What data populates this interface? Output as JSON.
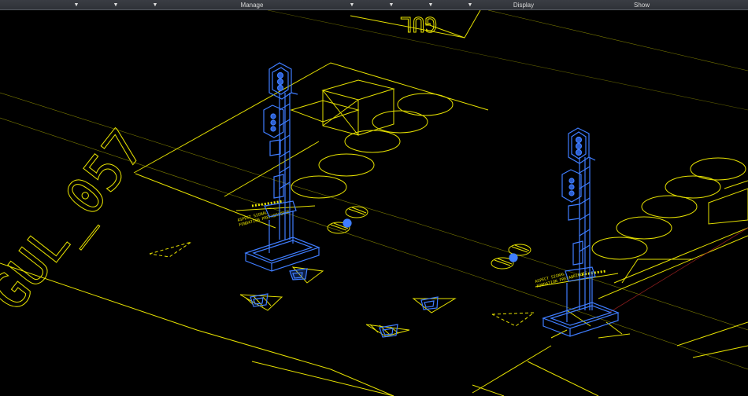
{
  "ribbon": {
    "panels": [
      {
        "label": "Manage",
        "arrows": 3
      },
      {
        "label": "Display",
        "arrows": 4
      },
      {
        "label": "Show"
      }
    ],
    "expand_glyph": "▼"
  },
  "drawing": {
    "background": "#000000",
    "line_color": "#e5e000",
    "model_color": "#3f7dff",
    "road_labels": [
      "GUL_057",
      "GUL"
    ],
    "signal_annotation": [
      "ASPECT SIGNAL",
      "FONDATION PREFABRIQUEE"
    ]
  }
}
